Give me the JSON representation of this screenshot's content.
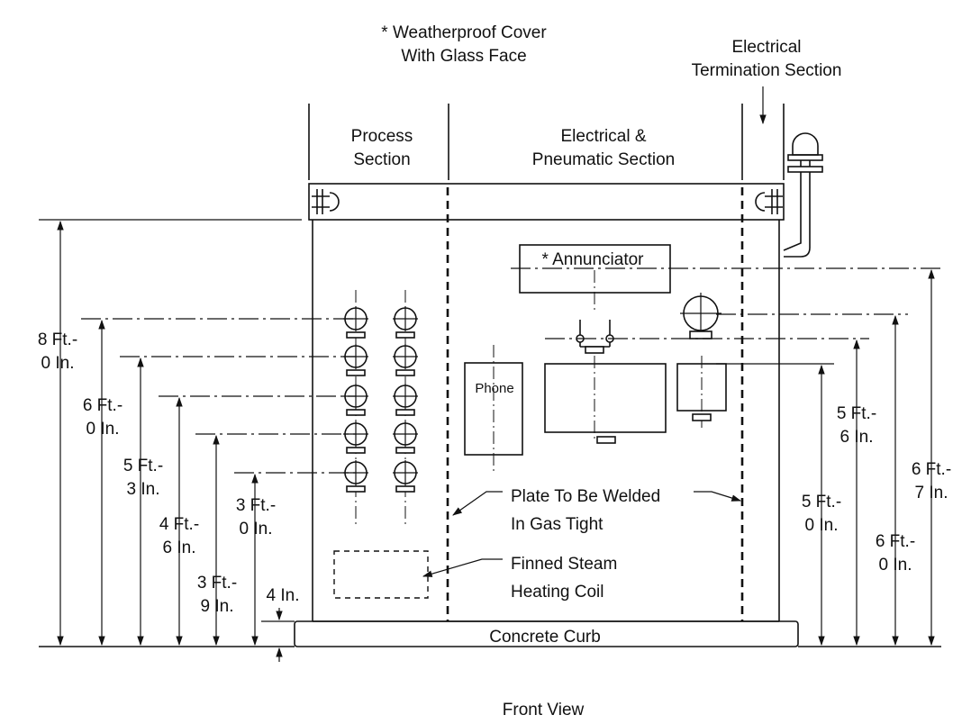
{
  "labels": {
    "cover_line1": "* Weatherproof Cover",
    "cover_line2": "With Glass Face",
    "termination_line1": "Electrical",
    "termination_line2": "Termination Section",
    "process_line1": "Process",
    "process_line2": "Section",
    "electrical_line1": "Electrical &",
    "electrical_line2": "Pneumatic Section",
    "annunciator": "* Annunciator",
    "phone": "Phone",
    "plate_line1": "Plate To Be Welded",
    "plate_line2": "In Gas Tight",
    "coil_line1": "Finned Steam",
    "coil_line2": "Heating Coil",
    "curb": "Concrete Curb",
    "view": "Front View"
  },
  "dimensions_left": [
    {
      "line1": "8 Ft.-",
      "line2": "0 In."
    },
    {
      "line1": "6 Ft.-",
      "line2": "0 In."
    },
    {
      "line1": "5 Ft.-",
      "line2": "3 In."
    },
    {
      "line1": "4 Ft.-",
      "line2": "6 In."
    },
    {
      "line1": "3 Ft.-",
      "line2": "9 In."
    },
    {
      "line1": "3 Ft.-",
      "line2": "0 In."
    },
    {
      "line1": "4 In.",
      "line2": ""
    }
  ],
  "dimensions_right": [
    {
      "line1": "5 Ft.-",
      "line2": "0 In."
    },
    {
      "line1": "5 Ft.-",
      "line2": "6 In."
    },
    {
      "line1": "6 Ft.-",
      "line2": "0 In."
    },
    {
      "line1": "6 Ft.-",
      "line2": "7 In."
    }
  ]
}
